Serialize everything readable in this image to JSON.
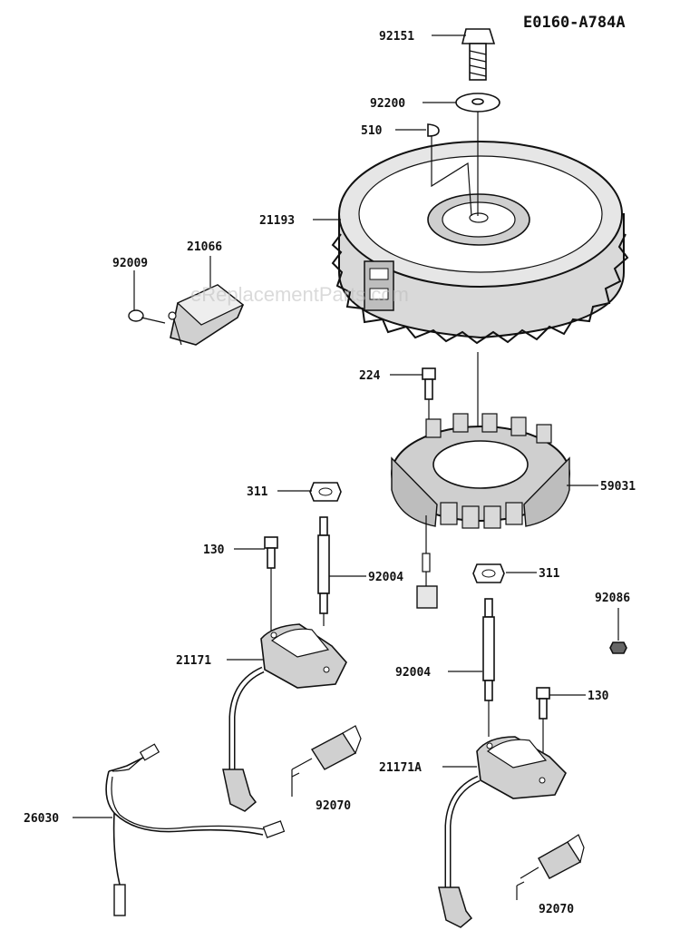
{
  "diagram_id": "E0160-A784A",
  "watermark": "eReplacementParts.com",
  "parts": [
    {
      "key": "p92151",
      "number": "92151",
      "name": "bolt-92151"
    },
    {
      "key": "p92200",
      "number": "92200",
      "name": "washer-92200"
    },
    {
      "key": "p510",
      "number": "510",
      "name": "key-510"
    },
    {
      "key": "p21193",
      "number": "21193",
      "name": "flywheel-21193"
    },
    {
      "key": "p92009",
      "number": "92009",
      "name": "screw-92009"
    },
    {
      "key": "p21066",
      "number": "21066",
      "name": "regulator-21066"
    },
    {
      "key": "p224",
      "number": "224",
      "name": "bolt-224"
    },
    {
      "key": "p59031",
      "number": "59031",
      "name": "stator-59031"
    },
    {
      "key": "p311a",
      "number": "311",
      "name": "nut-311-left"
    },
    {
      "key": "p130a",
      "number": "130",
      "name": "bolt-130-left"
    },
    {
      "key": "p92004a",
      "number": "92004",
      "name": "stud-92004-left"
    },
    {
      "key": "p311b",
      "number": "311",
      "name": "nut-311-right"
    },
    {
      "key": "p92086",
      "number": "92086",
      "name": "nut-92086"
    },
    {
      "key": "p21171",
      "number": "21171",
      "name": "ignition-coil-21171"
    },
    {
      "key": "p92004b",
      "number": "92004",
      "name": "stud-92004-right"
    },
    {
      "key": "p130b",
      "number": "130",
      "name": "bolt-130-right"
    },
    {
      "key": "p21171A",
      "number": "21171A",
      "name": "ignition-coil-21171A"
    },
    {
      "key": "p26030",
      "number": "26030",
      "name": "wire-lead-26030"
    },
    {
      "key": "p92070a",
      "number": "92070",
      "name": "spark-plug-92070-left"
    },
    {
      "key": "p92070b",
      "number": "92070",
      "name": "spark-plug-92070-bottom"
    }
  ]
}
